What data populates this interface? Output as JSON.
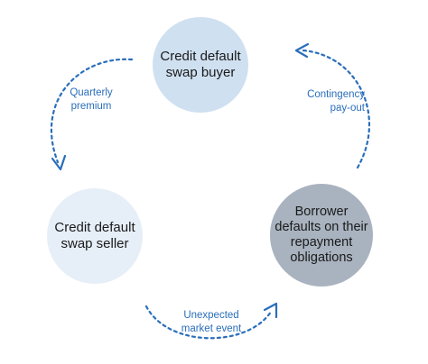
{
  "colors": {
    "arrow": "#2a6ebb",
    "label": "#2a6ebb",
    "text": "#1a1a1a",
    "buyer_fill": "#cfe0f1",
    "seller_fill": "#e6eff8",
    "borrower_fill": "#a9b3bf"
  },
  "nodes": {
    "buyer": {
      "label": "Credit default swap buyer"
    },
    "seller": {
      "label": "Credit default swap seller"
    },
    "borrower": {
      "label": "Borrower defaults on their repayment obligations"
    }
  },
  "edges": {
    "premium": {
      "label": "Quarterly premium"
    },
    "contingency": {
      "label": "Contingency pay-out"
    },
    "event": {
      "label": "Unexpected market event"
    }
  }
}
